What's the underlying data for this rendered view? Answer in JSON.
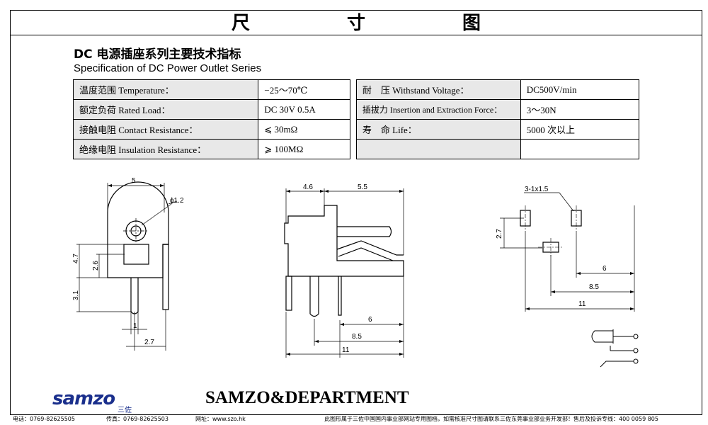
{
  "header": {
    "title": "尺  寸  图"
  },
  "spec": {
    "heading_cn": "DC 电源插座系列主要技术指标",
    "heading_en": "Specification of DC Power Outlet Series",
    "rows": [
      {
        "left_label": "温度范围 Temperature：",
        "left_value": "−25～70℃",
        "right_label": "耐　压 Withstand Voltage：",
        "right_value": "DC500V/min"
      },
      {
        "left_label": "额定负荷 Rated Load：",
        "left_value": "DC 30V 0.5A",
        "right_label": "插拔力 Insertion and Extraction Force：",
        "right_value": "3～30N"
      },
      {
        "left_label": "接触电阻 Contact Resistance：",
        "left_value": "⩽ 30mΩ",
        "right_label": "寿　命 Life：",
        "right_value": "5000 次以上"
      },
      {
        "left_label": "绝缘电阻 Insulation Resistance：",
        "left_value": "⩾ 100MΩ",
        "right_label": "",
        "right_value": ""
      }
    ]
  },
  "drawing_front": {
    "dims": {
      "width": "5",
      "hole": "ϕ1.2",
      "h1": "4.7",
      "h2": "2.6",
      "h3": "3.1",
      "pin": "1",
      "spacing": "2.7"
    }
  },
  "drawing_side": {
    "dims": {
      "top_left": "4.6",
      "top_right": "5.5",
      "b1": "6",
      "b2": "8.5",
      "b3": "11"
    }
  },
  "drawing_pcb": {
    "dims": {
      "holes": "3-1x1.5",
      "h": "2.7",
      "b1": "6",
      "b2": "8.5",
      "b3": "11"
    }
  },
  "footer": {
    "logo_en": "samzo",
    "logo_cn": "三佐",
    "brand": "SAMZO&DEPARTMENT",
    "phone": "电话：0769-82625505",
    "fax": "传真：0769-82625503",
    "website": "网址：www.szo.hk",
    "notice": "此图形属于三佐中国国内事业部网站专用图档，如需核准尺寸图请联系三佐东莞事业部业务开发部！售后及投诉专线：400 0059 805"
  },
  "colors": {
    "logo": "#1a2f8c",
    "table_bg": "#e8e8e8"
  }
}
